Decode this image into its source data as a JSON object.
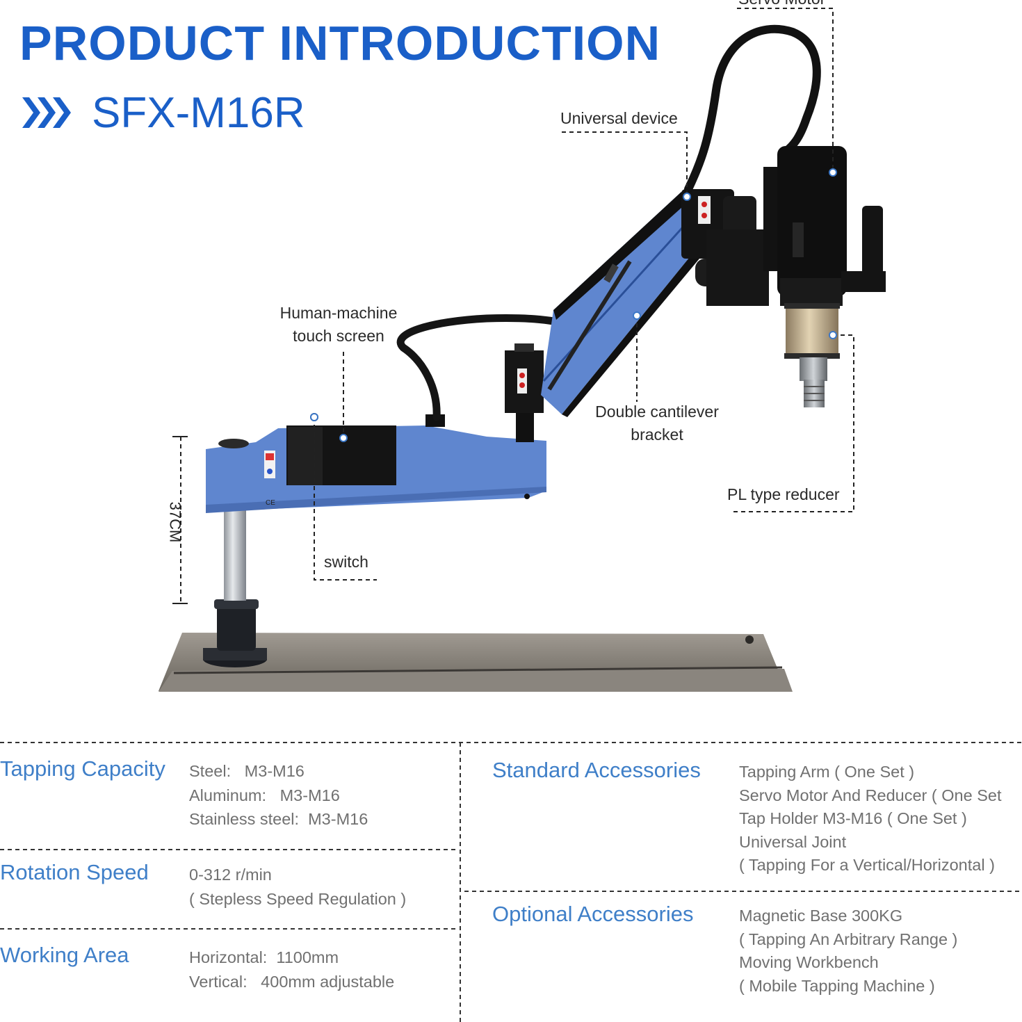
{
  "header": {
    "title": "PRODUCT INTRODUCTION",
    "model": "SFX-M16R"
  },
  "callouts": {
    "servo_motor": "Servo Motor",
    "universal_device": "Universal device",
    "hmi_line1": "Human-machine",
    "hmi_line2": "touch screen",
    "double_line1": "Double cantilever",
    "double_line2": "bracket",
    "pl_reducer": "PL type reducer",
    "switch": "switch",
    "height_dim": "37CM"
  },
  "colors": {
    "title_blue": "#1a5fc8",
    "spec_blue": "#3f7fc8",
    "machine_blue": "#5f86cf",
    "machine_black": "#151515"
  },
  "specs": [
    {
      "label": "Tapping Capacity",
      "lines": [
        "Steel:   M3-M16",
        "Aluminum:   M3-M16",
        "Stainless steel:  M3-M16"
      ]
    },
    {
      "label": "Rotation Speed",
      "lines": [
        "0-312 r/min",
        "( Stepless Speed Regulation )"
      ]
    },
    {
      "label": "Working Area",
      "lines": [
        "Horizontal:  1100mm",
        "Vertical:   400mm adjustable"
      ]
    }
  ],
  "accessories": [
    {
      "label": "Standard Accessories",
      "lines": [
        "Tapping Arm ( One Set )",
        "Servo Motor And Reducer ( One Set",
        "Tap Holder M3-M16 ( One Set )",
        "Universal Joint",
        "( Tapping For a Vertical/Horizontal )"
      ]
    },
    {
      "label": "Optional Accessories",
      "lines": [
        "Magnetic Base 300KG",
        "( Tapping An Arbitrary Range )",
        "Moving Workbench",
        "( Mobile Tapping Machine )"
      ]
    }
  ]
}
